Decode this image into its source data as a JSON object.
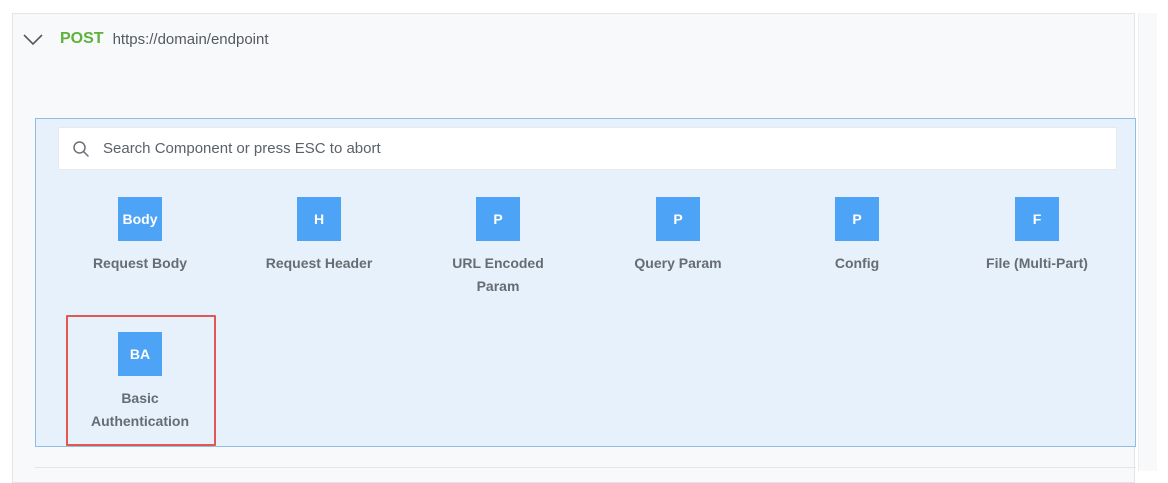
{
  "request": {
    "method": "POST",
    "url": "https://domain/endpoint",
    "method_color": "#5cb23a"
  },
  "search": {
    "icon": "search-icon",
    "placeholder": "Search Component or press ESC to abort",
    "value": ""
  },
  "components": [
    {
      "badge": "Body",
      "label": "Request Body"
    },
    {
      "badge": "H",
      "label": "Request Header"
    },
    {
      "badge": "P",
      "label": "URL Encoded Param"
    },
    {
      "badge": "P",
      "label": "Query Param"
    },
    {
      "badge": "P",
      "label": "Config"
    },
    {
      "badge": "F",
      "label": "File (Multi-Part)"
    },
    {
      "badge": "BA",
      "label": "Basic Authentication",
      "highlighted": true
    }
  ],
  "colors": {
    "badge": "#4da3f5",
    "panel": "#e6f1fc",
    "panel_border": "#8fbde6",
    "highlight": "#e0584f"
  }
}
